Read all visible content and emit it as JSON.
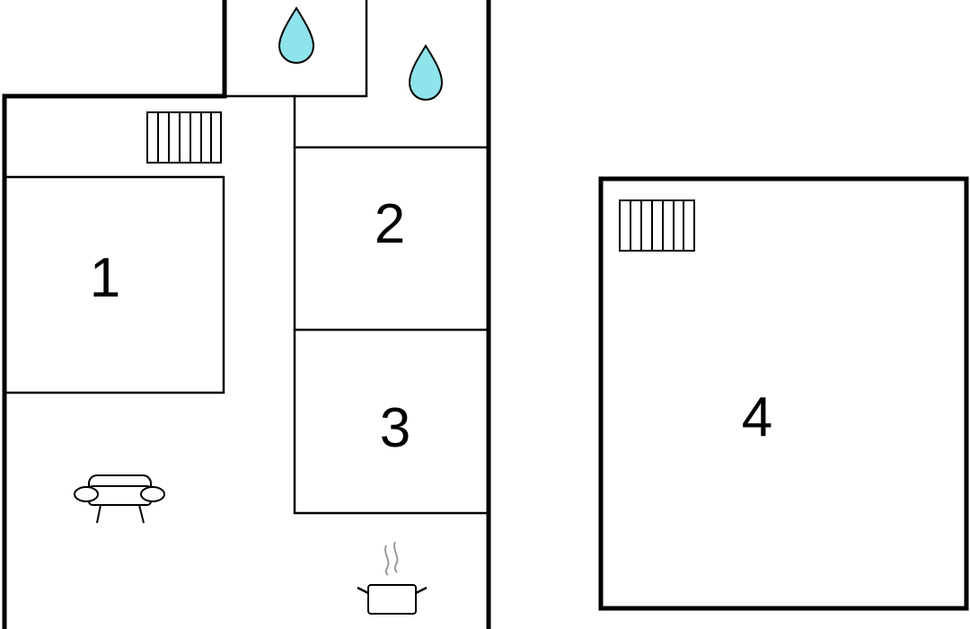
{
  "floorplan": {
    "rooms": [
      {
        "id": "room-1",
        "label": "1"
      },
      {
        "id": "room-2",
        "label": "2"
      },
      {
        "id": "room-3",
        "label": "3"
      },
      {
        "id": "room-4",
        "label": "4"
      }
    ],
    "icons": [
      "water-drop-icon",
      "water-drop-icon",
      "radiator-icon",
      "radiator-icon",
      "sofa-icon",
      "cooking-pot-icon"
    ],
    "colors": {
      "wall": "#000000",
      "water": "#8fe3eb",
      "steam": "#999999",
      "background": "#ffffff"
    }
  }
}
